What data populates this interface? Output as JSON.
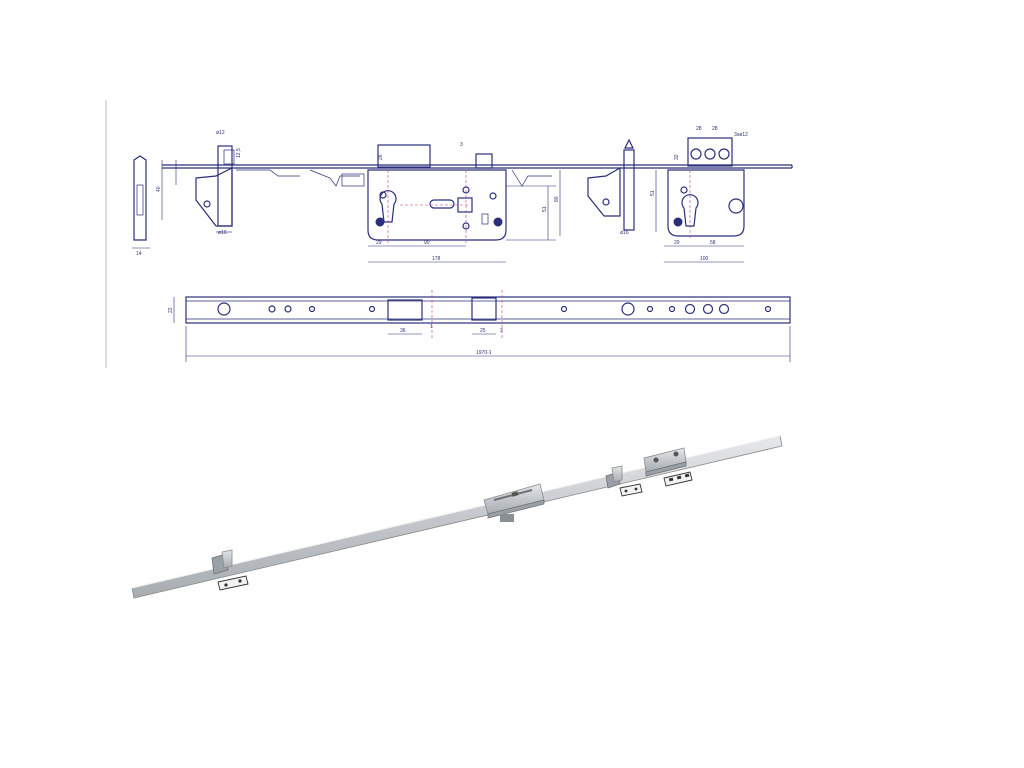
{
  "dimensions": {
    "d_phi12": "ø12",
    "d_12_5": "12,5",
    "d_phi16_left": "ø16",
    "d_14": "14",
    "d_40": "40",
    "d_26": "26",
    "d_3": "3",
    "d_51_left": "51",
    "d_80": "80",
    "d_29_main": "29",
    "d_90": "90",
    "d_178": "178",
    "d_phi16_right": "ø16",
    "d_28_a": "28",
    "d_28_b": "28",
    "d_3x_phi12": "3xø12",
    "d_32": "32",
    "d_51_right": "51",
    "d_29_right": "29",
    "d_58": "58",
    "d_100": "100",
    "d_22": "22",
    "d_36": "36",
    "d_1": "1",
    "d_25": "25",
    "d_3_bar": "3",
    "d_total": "1970-1"
  },
  "colors": {
    "line": "#2b2f7a",
    "center": "#c0389a",
    "metal": "#c8ccd0"
  }
}
